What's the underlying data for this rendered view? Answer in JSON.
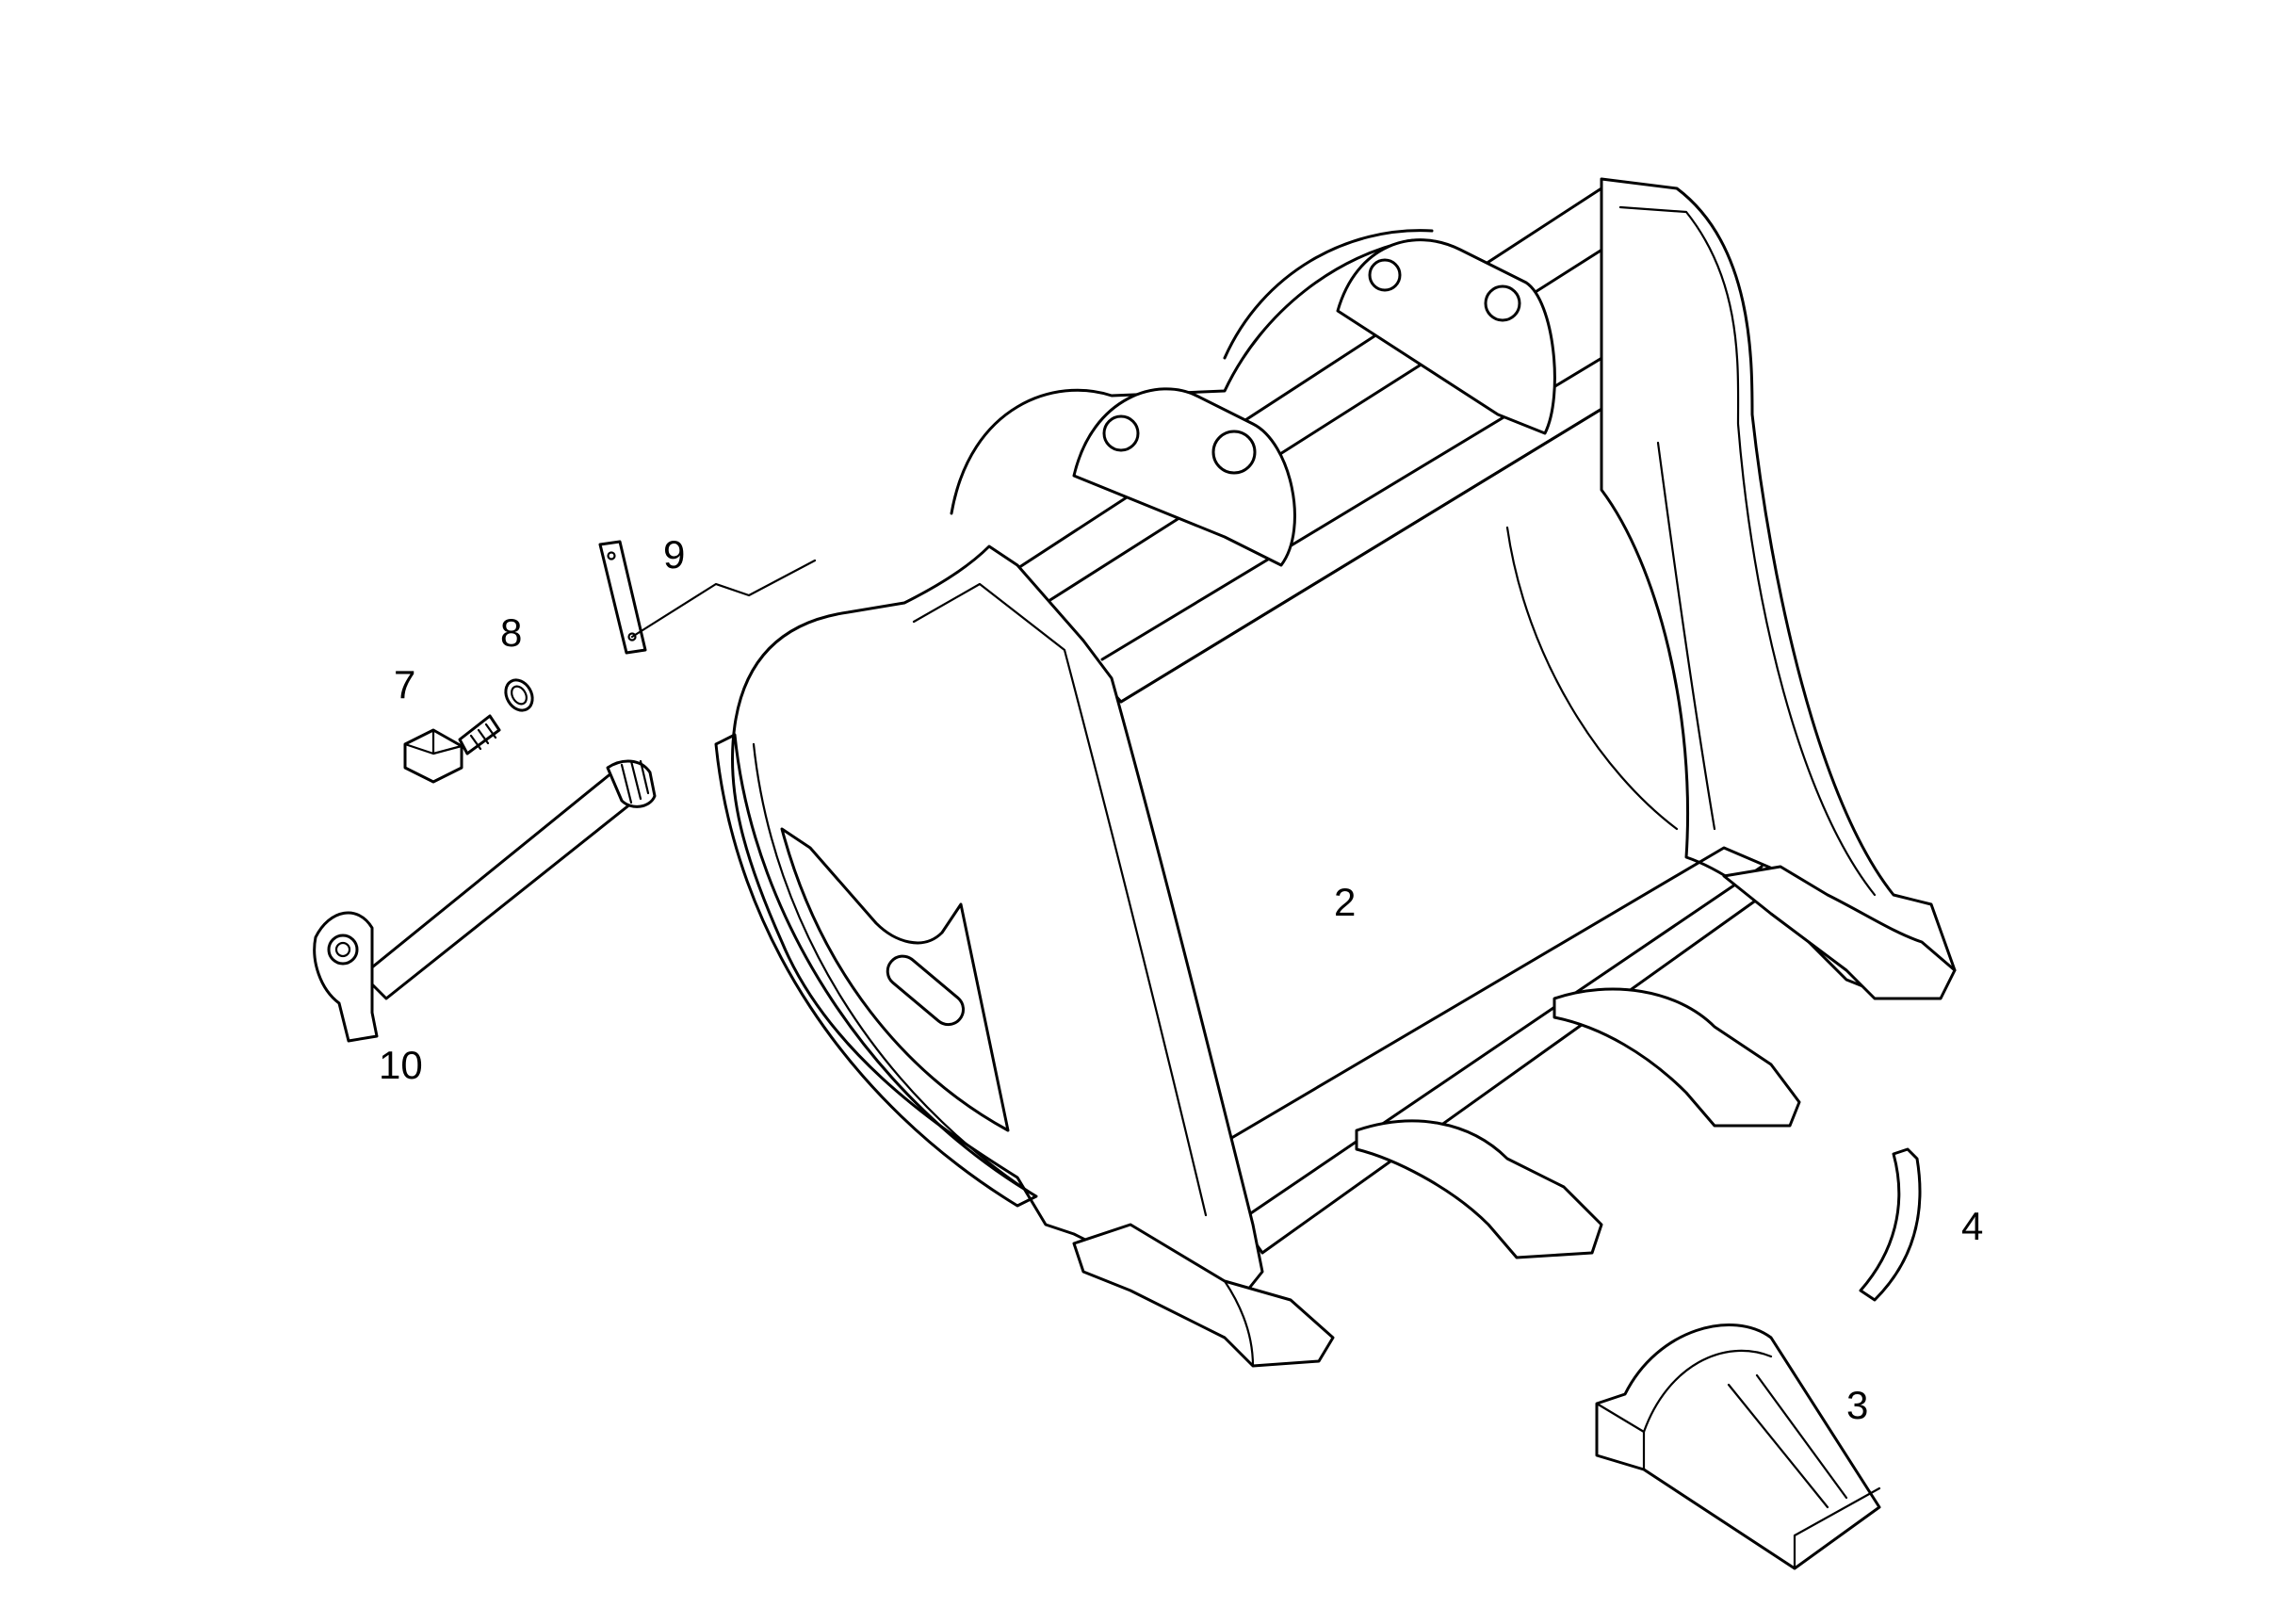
{
  "diagram": {
    "callouts": {
      "bucket": "2",
      "tooth_tip": "3",
      "lock_pin": "4",
      "bolt": "7",
      "washer": "8",
      "plate": "9",
      "pin": "10"
    }
  }
}
